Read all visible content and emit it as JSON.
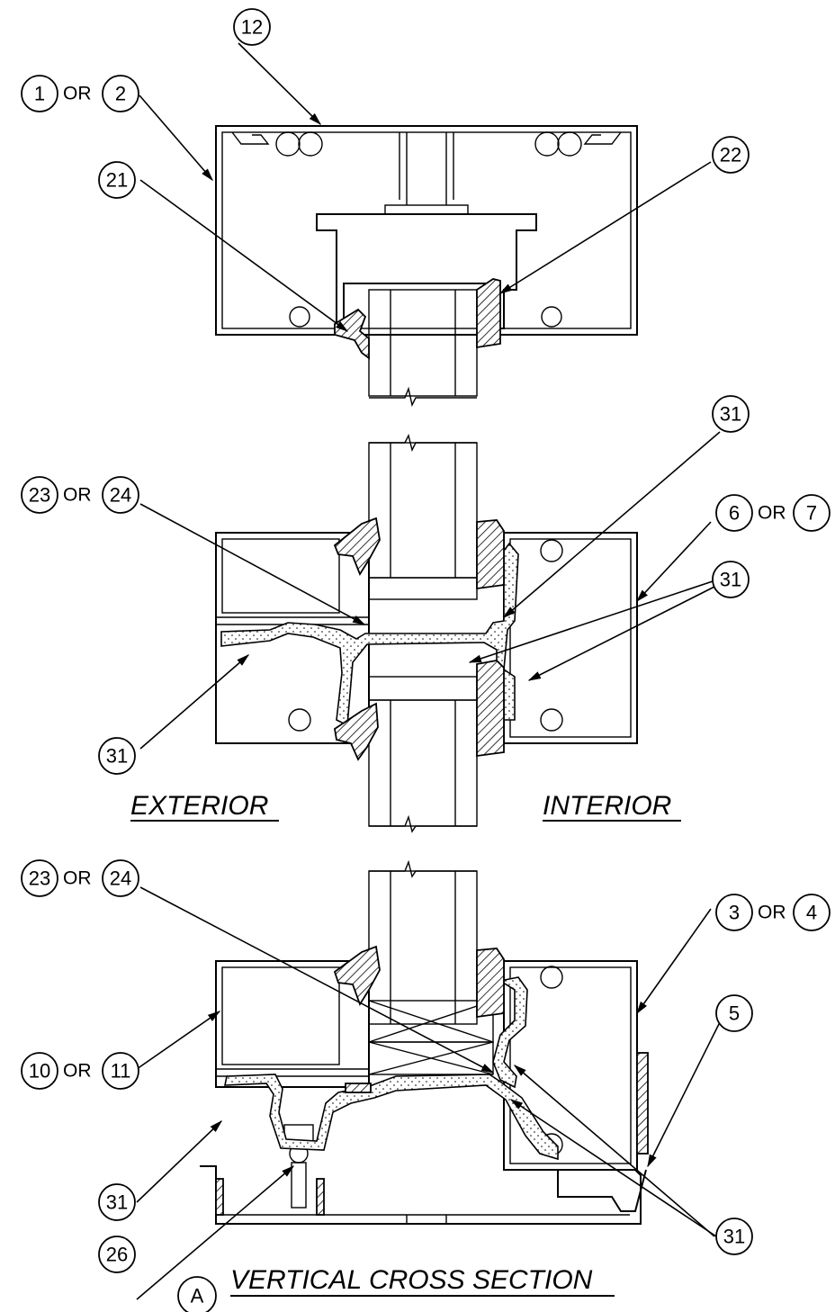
{
  "labels": {
    "exterior": "EXTERIOR",
    "interior": "INTERIOR",
    "title": "VERTICAL CROSS SECTION",
    "section_mark": "A",
    "or": "OR"
  },
  "callouts": {
    "c12": "12",
    "c1": "1",
    "c2": "2",
    "c21": "21",
    "c22": "22",
    "c31_a": "31",
    "c23_a": "23",
    "c24_a": "24",
    "c6": "6",
    "c7": "7",
    "c31_b": "31",
    "c31_c": "31",
    "c23_b": "23",
    "c24_b": "24",
    "c3": "3",
    "c4": "4",
    "c5": "5",
    "c10": "10",
    "c11": "11",
    "c31_d": "31",
    "c26": "26",
    "c31_e": "31"
  }
}
